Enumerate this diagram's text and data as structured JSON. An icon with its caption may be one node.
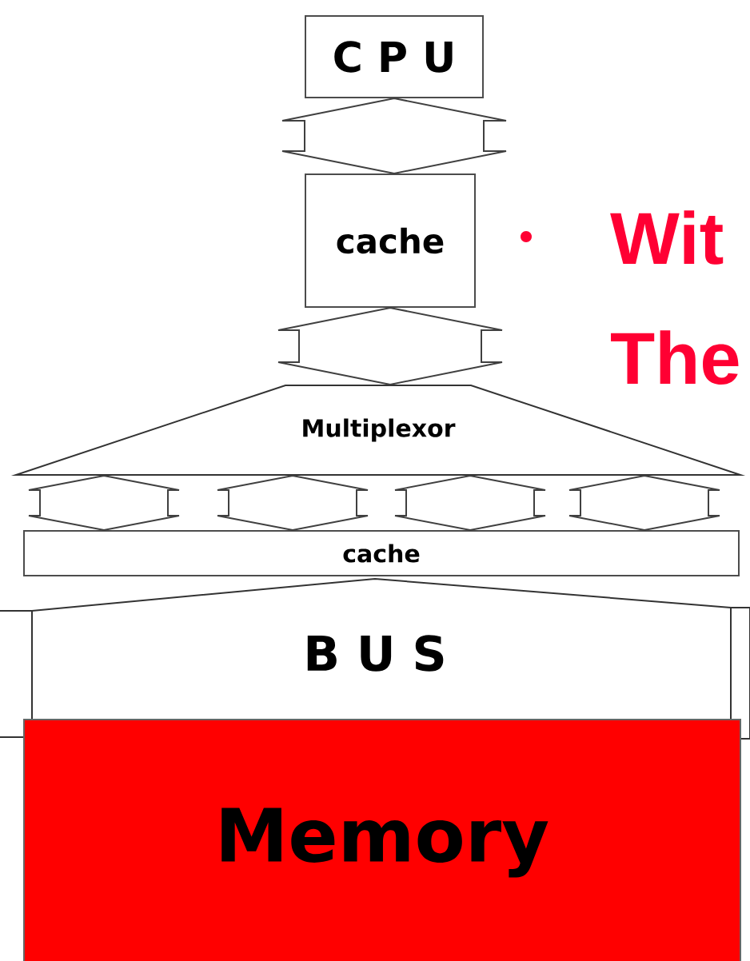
{
  "diagram": {
    "nodes": [
      {
        "text": [
          "C P U"
        ]
      },
      {
        "text": [
          "cache"
        ]
      },
      {
        "text": [
          "Multiplexor"
        ]
      },
      {
        "text": [
          "cache"
        ]
      },
      {
        "text": [
          "B U S"
        ]
      },
      {
        "text": [
          "Memory"
        ]
      }
    ],
    "edges": [
      {
        "from": 0,
        "to": 1,
        "arrow": "both"
      },
      {
        "from": 1,
        "to": 2,
        "arrow": "both"
      },
      {
        "from": 2,
        "to": 3,
        "arrow": "both"
      },
      {
        "from": 2,
        "to": 3,
        "arrow": "both"
      },
      {
        "from": 2,
        "to": 3,
        "arrow": "both"
      },
      {
        "from": 2,
        "to": 3,
        "arrow": "both"
      }
    ],
    "labels": [
      "Wit",
      "The"
    ]
  }
}
